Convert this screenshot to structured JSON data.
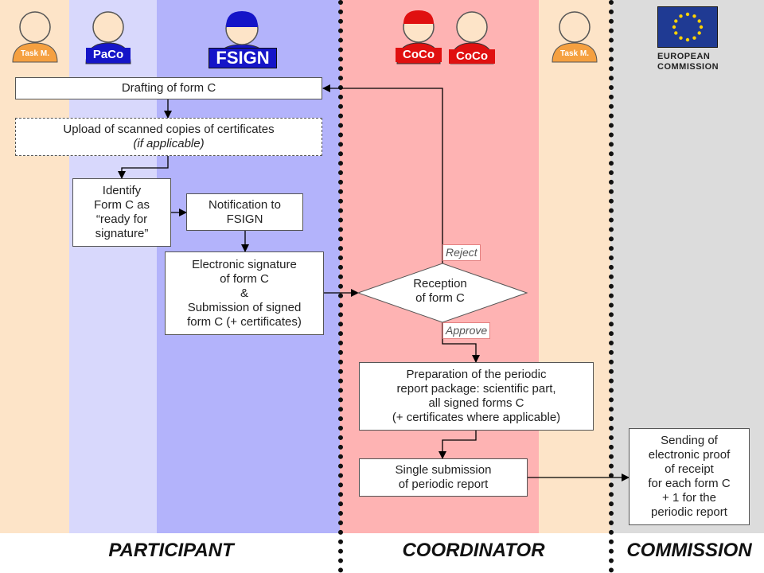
{
  "lanes": {
    "colors": {
      "taskm": "#fde4c8",
      "paco": "#d8d8fc",
      "fsign": "#b3b3fb",
      "coco": "#feb3b3",
      "taskm2": "#fde4c8",
      "commission": "#dcdcdc",
      "footer": "#ffffff"
    }
  },
  "actors": {
    "taskm_left": "Task M.",
    "paco": "PaCo",
    "fsign": "FSIGN",
    "coco1": "CoCo",
    "coco2": "CoCo",
    "taskm_right": "Task M."
  },
  "logo": {
    "line1": "EUROPEAN",
    "line2": "COMMISSION"
  },
  "steps": {
    "drafting": "Drafting of form C",
    "upload": [
      "Upload of scanned copies of certificates",
      "(if applicable)"
    ],
    "identify": [
      "Identify",
      "Form C as",
      "“ready for",
      "signature”"
    ],
    "notification": [
      "Notification to",
      "FSIGN"
    ],
    "esign": [
      "Electronic signature",
      "of form C",
      "&",
      "Submission of signed",
      "form C (+ certificates)"
    ],
    "reception": [
      "Reception",
      "of form C"
    ],
    "reject": "Reject",
    "approve": "Approve",
    "preparation": [
      "Preparation of the periodic",
      "report package: scientific part,",
      "all signed forms C",
      "(+ certificates where applicable)"
    ],
    "single": [
      "Single submission",
      "of periodic report"
    ],
    "sending": [
      "Sending of",
      "electronic proof",
      "of receipt",
      "for each form C",
      "+ 1 for the",
      "periodic report"
    ]
  },
  "footer": {
    "participant": "PARTICIPANT",
    "coordinator": "COORDINATOR",
    "commission": "COMMISSION"
  }
}
